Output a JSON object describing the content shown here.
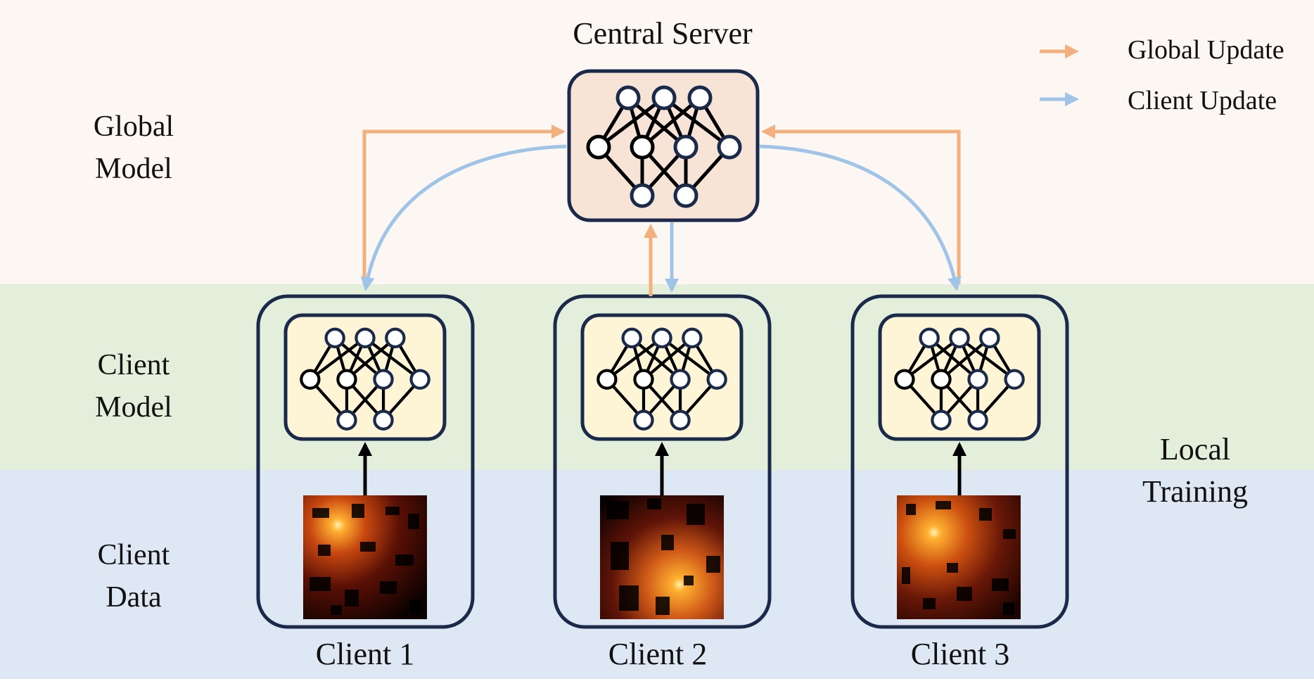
{
  "colors": {
    "band_global": "#fdf7f3",
    "band_client_model": "#e3efda",
    "band_client_data": "#dde8f4",
    "server_fill": "#f8e3d7",
    "model_fill": "#fef4d6",
    "box_stroke": "#1b2a4a",
    "global_update": "#f3b07f",
    "client_update": "#9fc4e7"
  },
  "server": {
    "title": "Central Server",
    "icon": "neural-network-icon"
  },
  "legend": [
    {
      "label": "Global Update",
      "color": "#f3b07f"
    },
    {
      "label": "Client Update",
      "color": "#9fc4e7"
    }
  ],
  "rows": [
    {
      "line1": "Global",
      "line2": "Model"
    },
    {
      "line1": "Client",
      "line2": "Model"
    },
    {
      "line1": "Client",
      "line2": "Data"
    }
  ],
  "side_note": {
    "line1": "Local",
    "line2": "Training"
  },
  "clients": [
    {
      "label": "Client 1",
      "icon": "neural-network-icon",
      "data_icon": "radio-map-heatmap-icon"
    },
    {
      "label": "Client 2",
      "icon": "neural-network-icon",
      "data_icon": "radio-map-heatmap-icon"
    },
    {
      "label": "Client 3",
      "icon": "neural-network-icon",
      "data_icon": "radio-map-heatmap-icon"
    }
  ]
}
